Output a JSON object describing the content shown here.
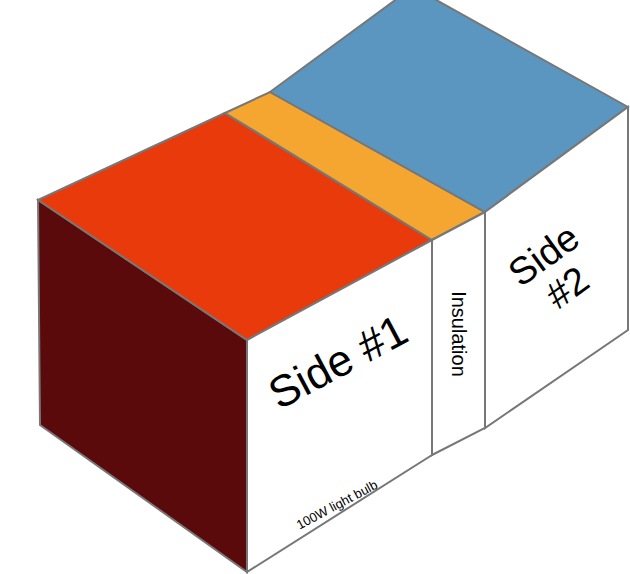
{
  "diagram": {
    "nodes": [
      {
        "text": [
          "Side #1",
          "100W light bulb"
        ]
      },
      {
        "text": [
          "Insulation"
        ]
      },
      {
        "text": [
          "Side #2"
        ]
      }
    ]
  }
}
